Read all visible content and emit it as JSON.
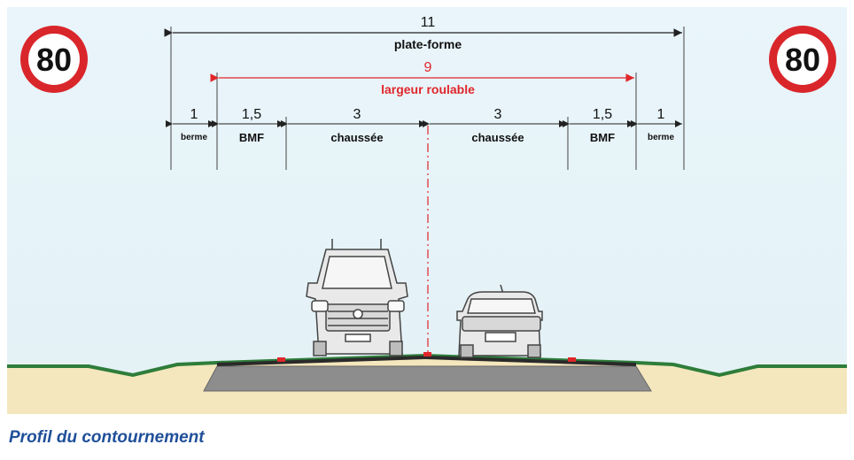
{
  "speed_limit_left": "80",
  "speed_limit_right": "80",
  "platform": {
    "value": "11",
    "label": "plate-forme"
  },
  "rollable": {
    "value": "9",
    "label": "largeur roulable",
    "color": "#e0262b"
  },
  "segments": [
    {
      "value": "1",
      "label": "berme"
    },
    {
      "value": "1,5",
      "label": "BMF"
    },
    {
      "value": "3",
      "label": "chaussée"
    },
    {
      "value": "3",
      "label": "chaussée"
    },
    {
      "value": "1,5",
      "label": "BMF"
    },
    {
      "value": "1",
      "label": "berme"
    }
  ],
  "caption": "Profil du contournement",
  "colors": {
    "sky": "#e6f3f8",
    "ground": "#f4e6bd",
    "grass": "#2e7d3a",
    "road": "#8a8a8a",
    "caption": "#1f4f99",
    "sign_border": "#d9262b"
  }
}
